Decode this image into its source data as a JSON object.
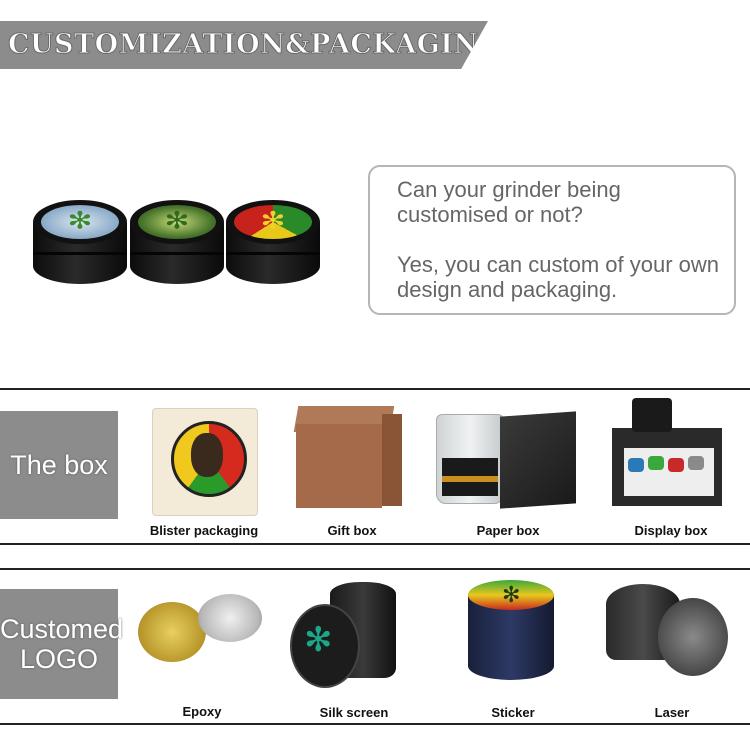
{
  "banner": {
    "title": "CUSTOMIZATION&PACKAGING"
  },
  "bubble": {
    "question": "Can your grinder being customised or not?",
    "answer": "Yes, you can custom of your own design and packaging."
  },
  "box_section": {
    "label": "The box",
    "items": [
      {
        "caption": "Blister packaging"
      },
      {
        "caption": "Gift box"
      },
      {
        "caption": "Paper box"
      },
      {
        "caption": "Display box"
      }
    ]
  },
  "logo_section": {
    "label": "Customed LOGO",
    "items": [
      {
        "caption": "Epoxy"
      },
      {
        "caption": "Silk screen"
      },
      {
        "caption": "Sticker"
      },
      {
        "caption": "Laser"
      }
    ]
  },
  "colors": {
    "banner": "#8c8c8c",
    "label_box": "#8c8c8c",
    "divider": "#222222"
  },
  "icons": [
    "leaf-icon"
  ]
}
